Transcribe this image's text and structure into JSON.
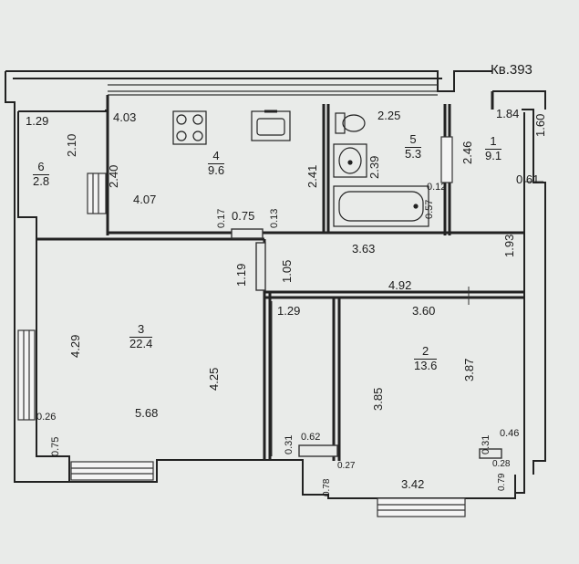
{
  "apartment_label": "Кв.393",
  "rooms": [
    {
      "number": "1",
      "area": "9.1"
    },
    {
      "number": "2",
      "area": "13.6"
    },
    {
      "number": "3",
      "area": "22.4"
    },
    {
      "number": "4",
      "area": "9.6"
    },
    {
      "number": "5",
      "area": "5.3"
    },
    {
      "number": "6",
      "area": "2.8"
    }
  ],
  "dims": {
    "d1_29a": "1.29",
    "d2_10": "2.10",
    "d4_03": "4.03",
    "d2_40": "2.40",
    "d4_07": "4.07",
    "d2_41": "2.41",
    "d0_17": "0.17",
    "d0_75a": "0.75",
    "d0_13": "0.13",
    "d2_25": "2.25",
    "d2_39": "2.39",
    "d2_46": "2.46",
    "d0_12": "0.12",
    "d0_57": "0.57",
    "d1_84": "1.84",
    "d1_60": "1.60",
    "d0_61": "0.61",
    "d1_93": "1.93",
    "d1_19": "1.19",
    "d1_05": "1.05",
    "d3_63": "3.63",
    "d4_92": "4.92",
    "d3_60": "3.60",
    "d1_29b": "1.29",
    "d4_29": "4.29",
    "d4_25": "4.25",
    "d5_68": "5.68",
    "d3_85": "3.85",
    "d3_87": "3.87",
    "d0_26": "0.26",
    "d0_75b": "0.75",
    "d0_31a": "0.31",
    "d0_62": "0.62",
    "d0_31b": "0.31",
    "d0_46": "0.46",
    "d0_78": "0.78",
    "d0_27": "0.27",
    "d0_28": "0.28",
    "d0_79": "0.79",
    "d3_42": "3.42"
  }
}
